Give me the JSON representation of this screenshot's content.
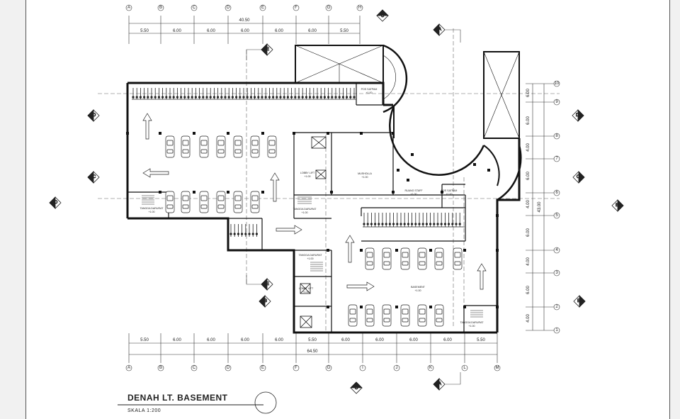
{
  "drawing": {
    "title": "DENAH LT. BASEMENT",
    "scale": "SKALA 1:200"
  },
  "grid": {
    "columns": [
      "A",
      "B",
      "C",
      "D",
      "E",
      "F",
      "G",
      "H",
      "I",
      "J",
      "K",
      "L",
      "M"
    ],
    "top_columns": [
      "A",
      "B",
      "C",
      "D",
      "E",
      "F",
      "G",
      "H"
    ],
    "rows": [
      "1",
      "2",
      "3",
      "4",
      "5",
      "6",
      "7",
      "8",
      "9",
      "10"
    ]
  },
  "dimensions": {
    "top_total": "40.50",
    "top_segments": [
      "5.50",
      "6.00",
      "6.00",
      "6.00",
      "6.00",
      "6.00",
      "5.50"
    ],
    "bottom_total": "64.50",
    "bottom_segments": [
      "5.50",
      "6.00",
      "6.00",
      "6.00",
      "6.00",
      "5.50",
      "6.00",
      "6.00",
      "6.00",
      "6.00",
      "5.50"
    ],
    "right_total": "43.00",
    "right_segments": [
      "6.00",
      "4.00",
      "6.00",
      "4.00",
      "6.00",
      "4.00",
      "6.00",
      "4.00",
      "6.00"
    ]
  },
  "section_marks": [
    "A",
    "B",
    "C",
    "D",
    "E"
  ],
  "rooms": {
    "tangga_left": "TANGGA DARURAT",
    "tangga_left_code": "+1.00",
    "tangga_mid": "TANGGA DARURAT",
    "tangga_mid_code": "+1.00",
    "lobby_lift": "LOBBY LIFT",
    "lobby_lift_code": "+1.00",
    "lobby_lift2": "LOBBY LIFT",
    "lobby_lift2_code": "+1.00",
    "tangga_mid2": "TANGGA DARURAT",
    "tangga_mid2_code": "+1.00",
    "mushola": "MUSHOLLA",
    "mushola_code": "+1.00",
    "ruang_staff": "RUANG STAFF",
    "ruang_staff_code": "+1.00",
    "pos_satpam_top": "POS SATPAM",
    "pos_satpam_top_code": "+1.00",
    "pos_satpam_right": "POS SATPAM",
    "pos_satpam_right_code": "+1.00",
    "basement": "BASEMENT",
    "basement_code": "+1.00",
    "tangga_br": "TANGGA DARURAT",
    "tangga_br_code": "+1.00"
  }
}
